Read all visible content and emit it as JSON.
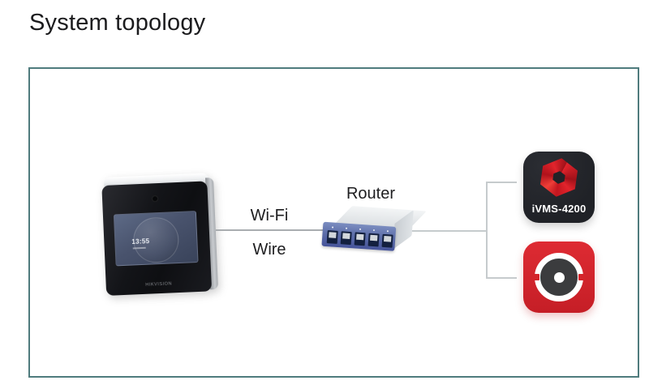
{
  "page": {
    "title": "System topology"
  },
  "device": {
    "brand": "HIKVISION",
    "screen_time": "13:55"
  },
  "connection": {
    "wifi": "Wi-Fi",
    "wire": "Wire"
  },
  "router": {
    "label": "Router",
    "port_count": 5
  },
  "apps": {
    "ivms_label": "iVMS-4200"
  },
  "colors": {
    "frame_border": "#4f7b7d",
    "title_text": "#1b1b1d",
    "connection_line": "#a9adb0",
    "bracket_line": "#c6cbcd",
    "router_front_blue": "#5d6ea9",
    "ivms_icon_bg": "#202227",
    "ivms_logo_red": "#d6242c",
    "hik_connect_red": "#d4242b"
  }
}
